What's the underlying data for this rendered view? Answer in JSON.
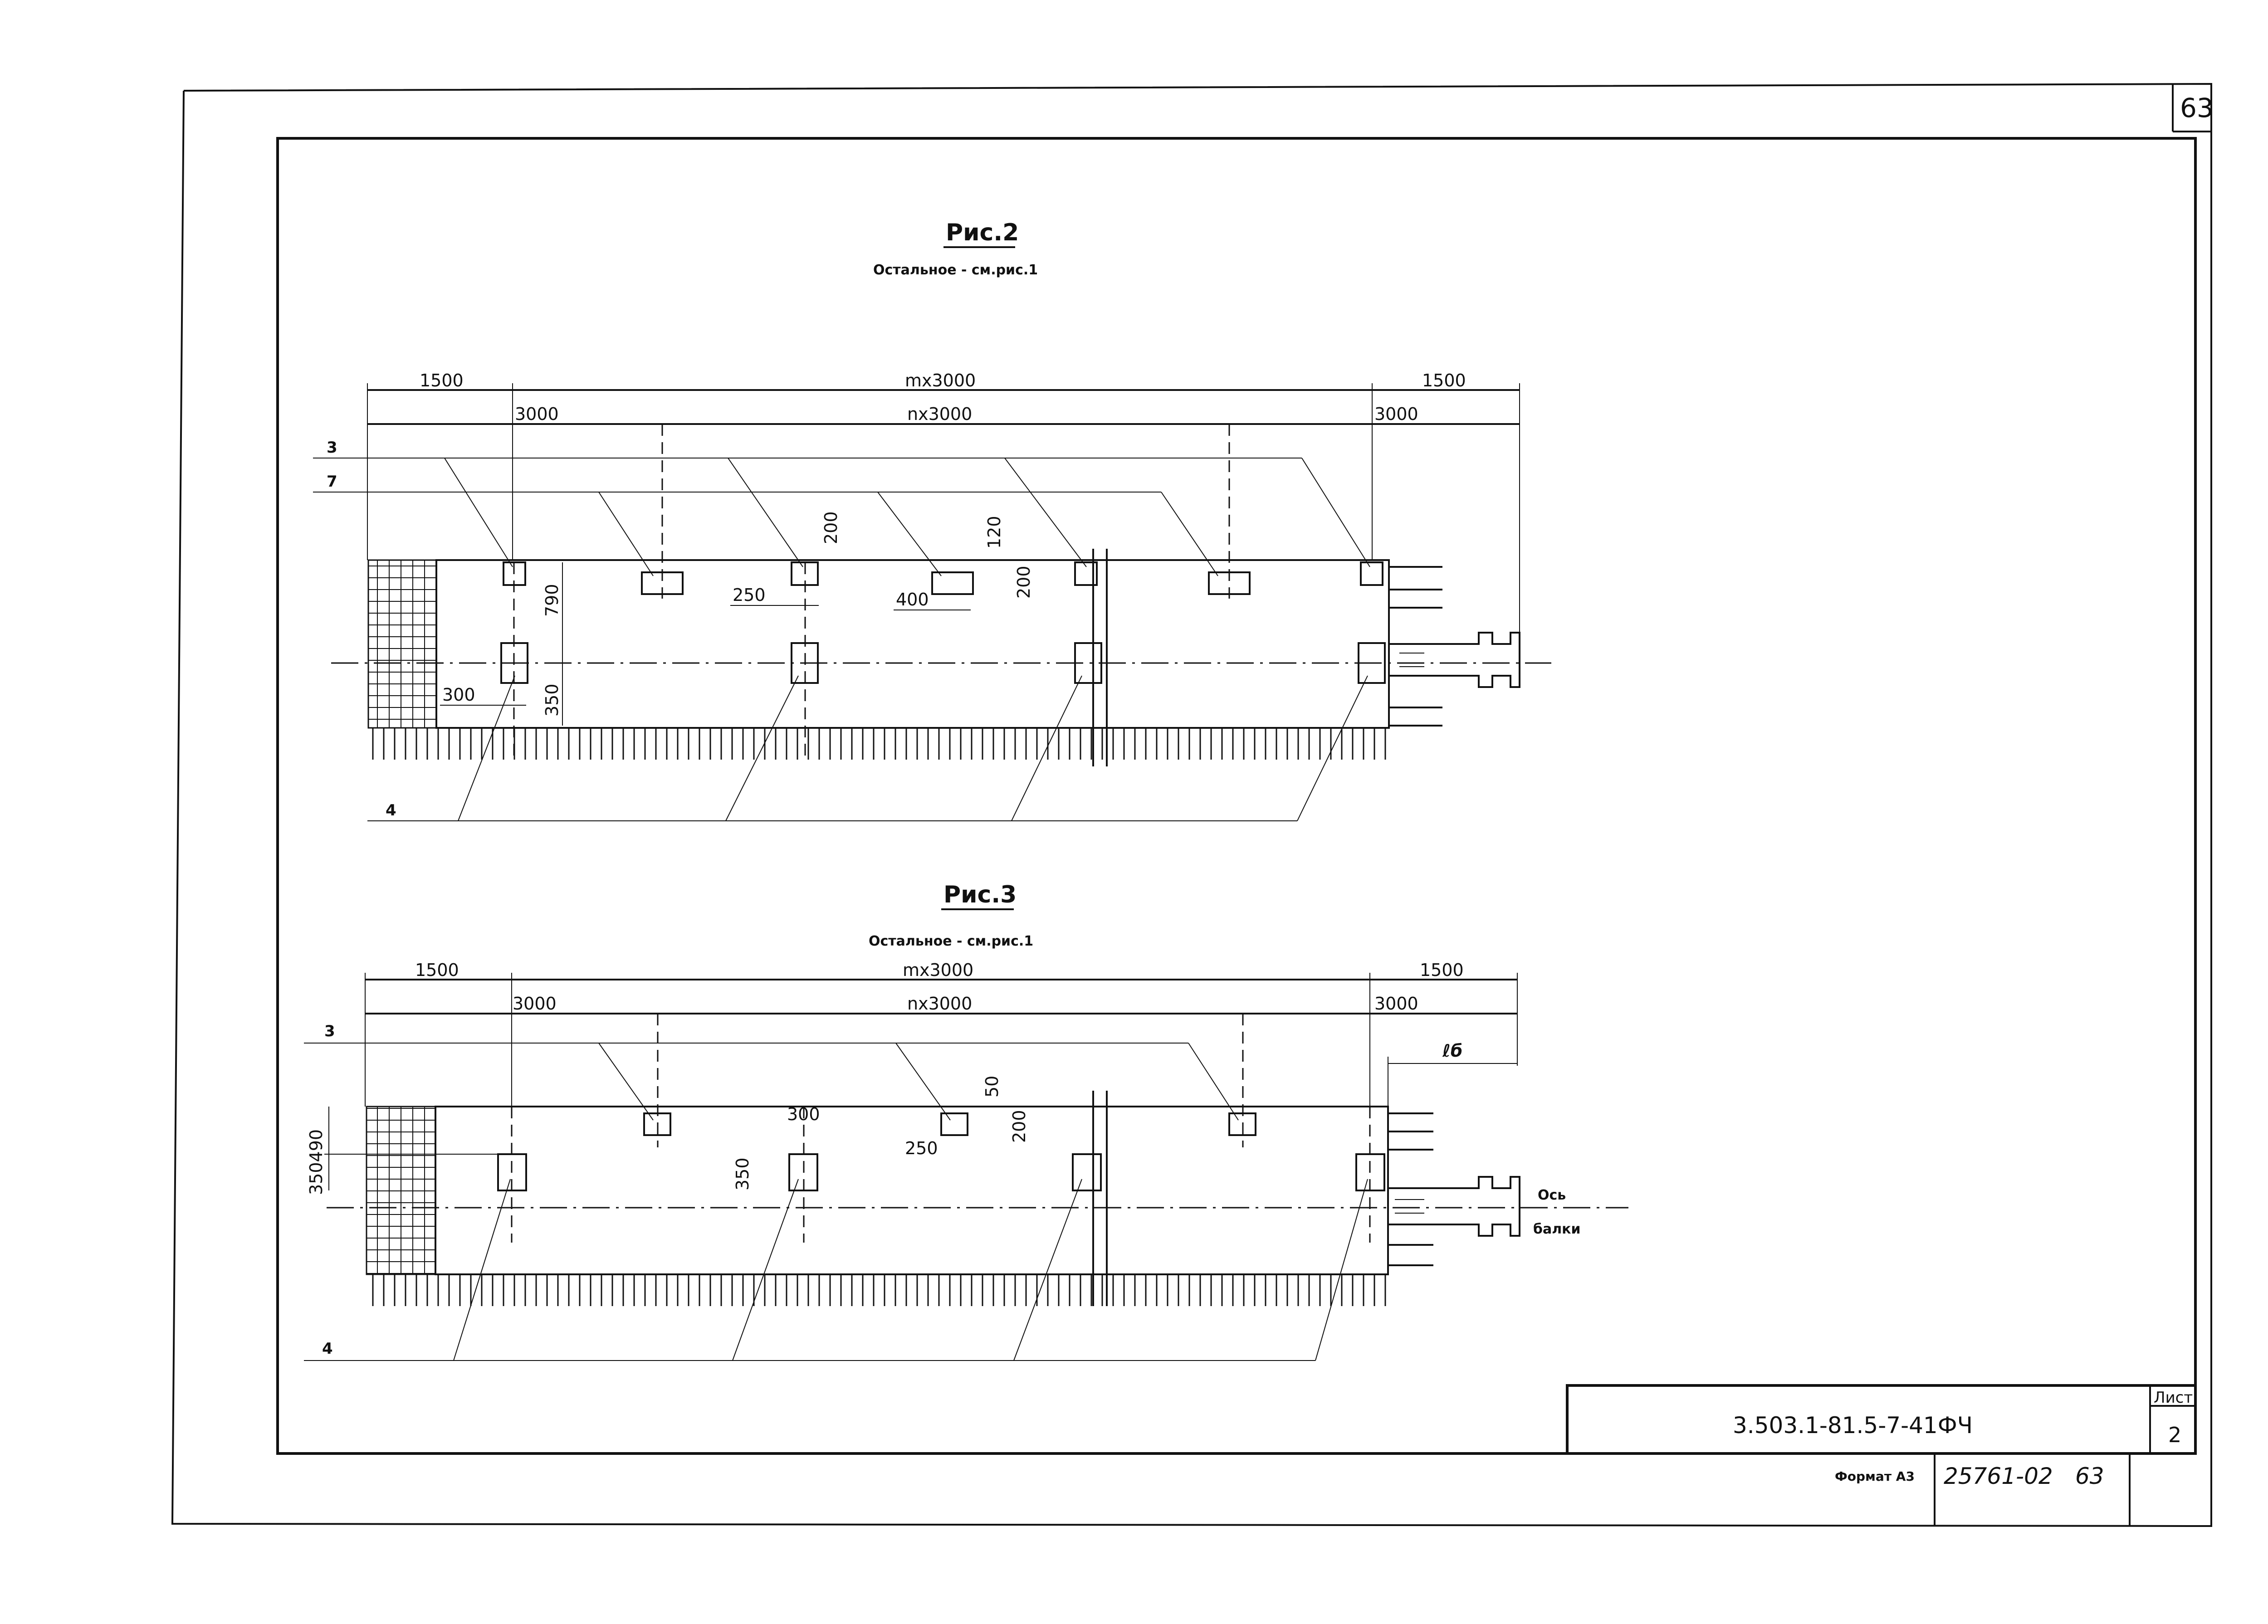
{
  "sheet_number_top": "63",
  "fig2": {
    "title": "Рис.2",
    "note": "Остальное - см.рис.1",
    "dim_top_left": "1500",
    "dim_top_mid": "mx3000",
    "dim_top_right": "1500",
    "dim_2_left": "3000",
    "dim_2_mid": "nx3000",
    "dim_2_right": "3000",
    "pos_3": "3",
    "pos_7": "7",
    "pos_4": "4",
    "d_200a": "200",
    "d_120": "120",
    "d_250": "250",
    "d_400": "400",
    "d_200b": "200",
    "d_790": "790",
    "d_350": "350",
    "d_300": "300"
  },
  "fig3": {
    "title": "Рис.3",
    "note": "Остальное - см.рис.1",
    "dim_top_left": "1500",
    "dim_top_mid": "mx3000",
    "dim_top_right": "1500",
    "dim_2_left": "3000",
    "dim_2_mid": "nx3000",
    "dim_2_right": "3000",
    "pos_3": "3",
    "pos_4": "4",
    "d_50": "50",
    "d_200": "200",
    "d_250": "250",
    "d_300": "300",
    "d_350": "350",
    "d_350_490": "350490",
    "lb": "ℓб",
    "axis_label_1": "Ось",
    "axis_label_2": "балки"
  },
  "title_block": {
    "doc_code": "3.503.1-81.5-7-41ФЧ",
    "sheet_label": "Лист",
    "sheet_no": "2",
    "format": "Формат А3",
    "archive_no": "25761-02",
    "archive_page": "63"
  }
}
